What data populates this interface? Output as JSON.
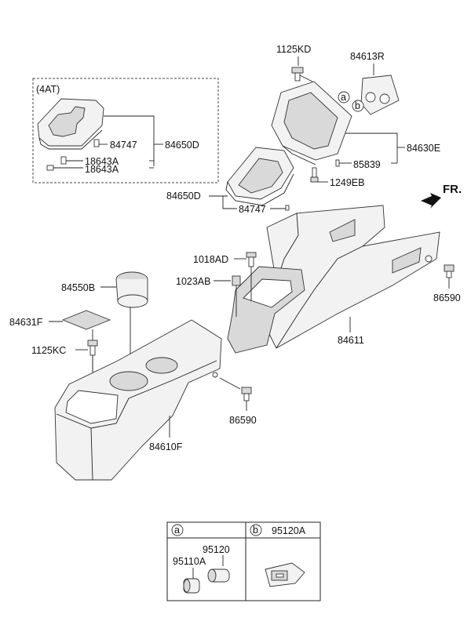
{
  "variant_label": "(4AT)",
  "direction_label": "FR.",
  "parts": {
    "p1125KD": "1125KD",
    "p84613R": "84613R",
    "p84650D_top": "84650D",
    "p84747_top": "84747",
    "p18643A_1": "18643A",
    "p18643A_2": "18643A",
    "p84630E": "84630E",
    "p85839": "85839",
    "p1249EB": "1249EB",
    "p84650D_mid": "84650D",
    "p84747_mid": "84747",
    "p1018AD": "1018AD",
    "p1023AB": "1023AB",
    "p84550B": "84550B",
    "p84631F": "84631F",
    "p1125KC": "1125KC",
    "p86590_right": "86590",
    "p84611": "84611",
    "p86590_center": "86590",
    "p84610F": "84610F"
  },
  "callouts": {
    "a": "a",
    "b": "b"
  },
  "detail_table": {
    "cell_a": {
      "tag": "a",
      "parts": [
        "95120",
        "95110A"
      ]
    },
    "cell_b": {
      "tag": "b",
      "parts": [
        "95120A"
      ]
    }
  }
}
